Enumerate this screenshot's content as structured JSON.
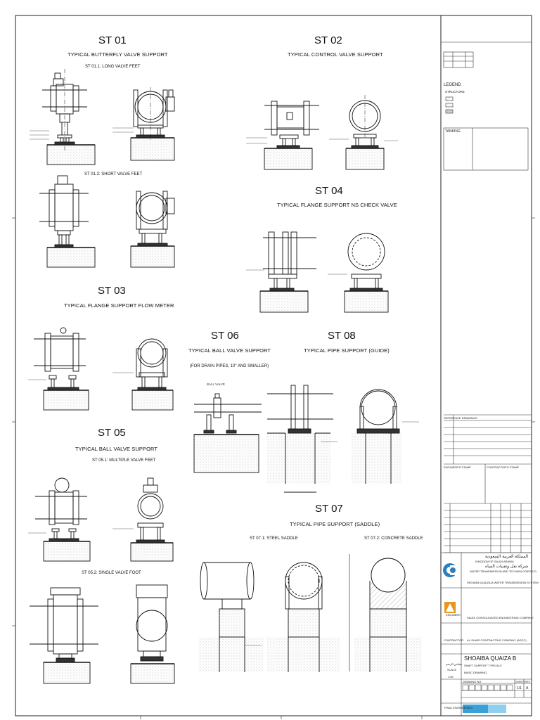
{
  "sections": {
    "st01": {
      "id": "ST 01",
      "title": "TYPICAL BUTTERFLY VALVE  SUPPORT",
      "sub1": "ST 01.1: LONG VALVE FEET",
      "sub2": "ST 01.2: SHORT VALVE FEET"
    },
    "st02": {
      "id": "ST 02",
      "title": "TYPICAL CONTROL VALVE SUPPORT"
    },
    "st03": {
      "id": "ST 03",
      "title": "TYPICAL FLANGE SUPPORT FLOW METER"
    },
    "st04": {
      "id": "ST 04",
      "title": "TYPICAL FLANGE SUPPORT NS CHECK VALVE"
    },
    "st05": {
      "id": "ST 05",
      "title": "TYPICAL BALL VALVE SUPPORT",
      "sub1": "ST 05.1: MULTIPLE VALVE FEET",
      "sub2": "ST 05.2: SINGLE VALVE FOOT"
    },
    "st06": {
      "id": "ST 06",
      "title": "TYPICAL BALL VALVE SUPPORT",
      "note": "(FOR DRAIN PIPES, 10\" AND SMALLER)",
      "valve": "BALL VALVE"
    },
    "st07": {
      "id": "ST 07",
      "title": "TYPICAL PIPE SUPPORT (SADDLE)",
      "sub1": "ST 07.1: STEEL SADDLE",
      "sub2": "ST 07.2: CONCRETE SADDLE"
    },
    "st08": {
      "id": "ST 08",
      "title": "TYPICAL PIPE  SUPPORT (GUIDE)"
    }
  },
  "titleblock": {
    "legend": "LEGEND",
    "structure": "STRUCTURE",
    "tanking": "TANKING",
    "reference": "REFERENCE DRAWINGS",
    "engineer_stamp": "ENGINEER'S STAMP",
    "contractor_stamp": "CONTRACTOR'S STAMP",
    "kingdom": "KINGDOM OF SAUDI ARABIA",
    "company": "WATER TRANSMISSION AND TECHNOLOGIES CO.",
    "system": "SHOAIBA QUAIZA-B WATER TRANSMISSION SYSTEM",
    "consultant": "SAUDI CONSOLIDATED ENGINEERING COMPANY",
    "contractor": "AL-SHAIR CONTRACTING COMPANY (ASCC)",
    "project": "SHOAIBA QUAIZA B",
    "drawing_title": "SHAFT SUPPORT TYPICALS",
    "drawing_type": "BASIC DRAWING",
    "scale_label": "SCALE",
    "scale_value": "1:50",
    "drawing_no_label": "DRAWING NO.",
    "sheet_label": "SHEET",
    "sheet_value": "1/1",
    "rev_label": "REV",
    "rev_value": "A",
    "status": "FINAL ENGINEERING",
    "engineer_role": "ENGINEER",
    "contractor_role": "CONTRACTOR",
    "arabic_gov": "المملكة العربية السعودية",
    "arabic_co": "شركة نقل وتقنيات المياه",
    "arabic_scale": "مقياس الرسم"
  }
}
